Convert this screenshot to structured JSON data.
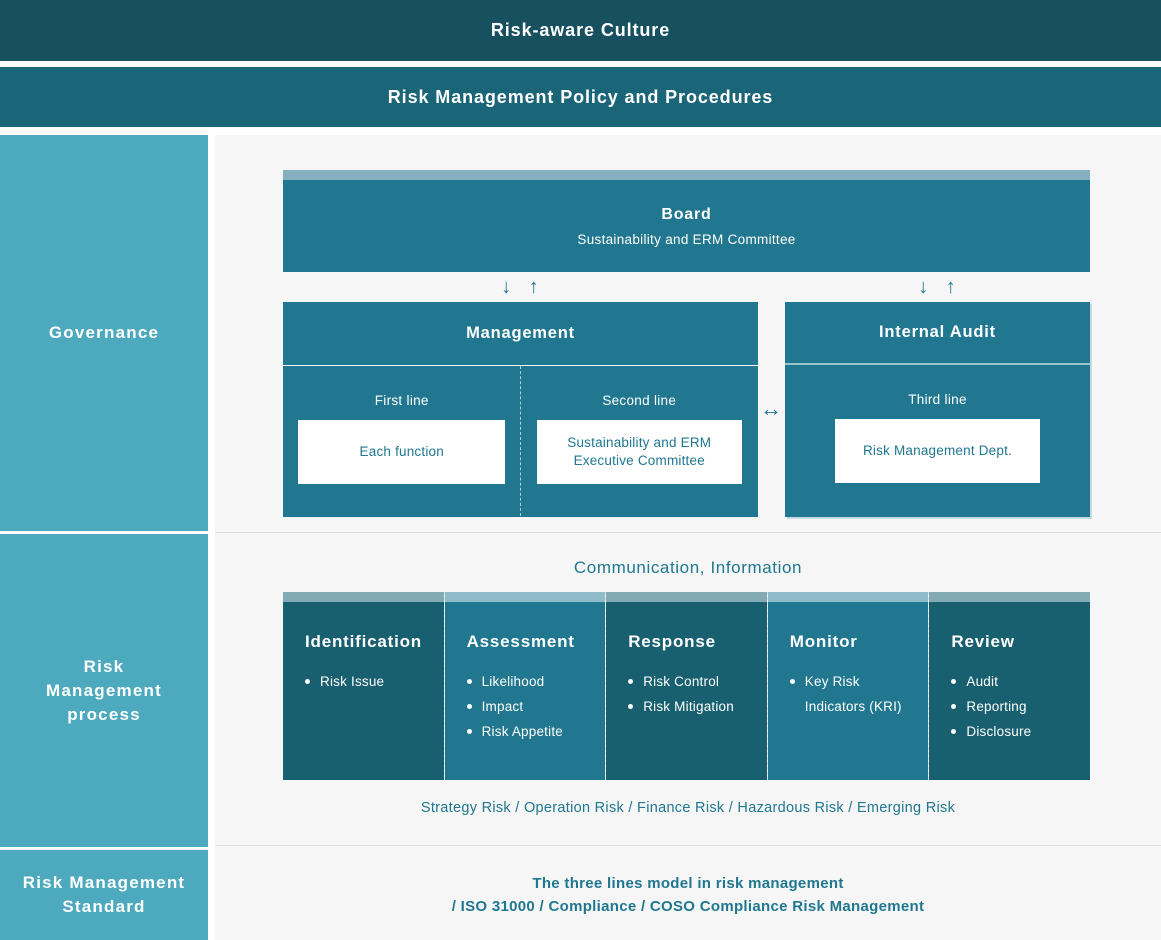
{
  "colors": {
    "banner_dark": "#17505f",
    "banner_mid": "#1a6578",
    "sidebar_teal": "#4da9bd",
    "panel_bg": "#f6f6f6",
    "box_teal": "#20778f",
    "box_dark": "#186070",
    "strip_board": "#85b0be",
    "strip_light": "#8fbcc8",
    "strip_dark": "#83abb5",
    "accent_text": "#1f7790",
    "divider": "#dcdcdc",
    "audit_edge": "#9cc2ce"
  },
  "banners": {
    "culture": "Risk-aware Culture",
    "policy": "Risk Management Policy and Procedures"
  },
  "sidebar": {
    "governance": "Governance",
    "process": "Risk\nManagement\nprocess",
    "standard": "Risk Management\nStandard"
  },
  "governance": {
    "board": {
      "title": "Board",
      "subtitle": "Sustainability and ERM Committee"
    },
    "arrows": {
      "down_up": "↓ ↑",
      "left_right": "↔"
    },
    "management": {
      "title": "Management",
      "first_line_label": "First line",
      "first_line_box": "Each function",
      "second_line_label": "Second line",
      "second_line_box": "Sustainability and ERM Executive Committee"
    },
    "internal_audit": {
      "title": "Internal Audit",
      "third_line_label": "Third line",
      "third_line_box": "Risk Management Dept."
    }
  },
  "process": {
    "header": "Communication, Information",
    "columns": [
      {
        "title": "Identification",
        "items": [
          "Risk Issue"
        ]
      },
      {
        "title": "Assessment",
        "items": [
          "Likelihood",
          "Impact",
          "Risk Appetite"
        ]
      },
      {
        "title": "Response",
        "items": [
          "Risk Control",
          "Risk Mitigation"
        ]
      },
      {
        "title": "Monitor",
        "items": [
          "Key Risk Indicators (KRI)"
        ]
      },
      {
        "title": "Review",
        "items": [
          "Audit",
          "Reporting",
          "Disclosure"
        ]
      }
    ],
    "risk_types": "Strategy Risk / Operation Risk / Finance Risk / Hazardous Risk / Emerging Risk"
  },
  "standard_footer": {
    "line1": "The three lines model in risk management",
    "line2": "/ ISO 31000 / Compliance / COSO Compliance Risk Management"
  }
}
